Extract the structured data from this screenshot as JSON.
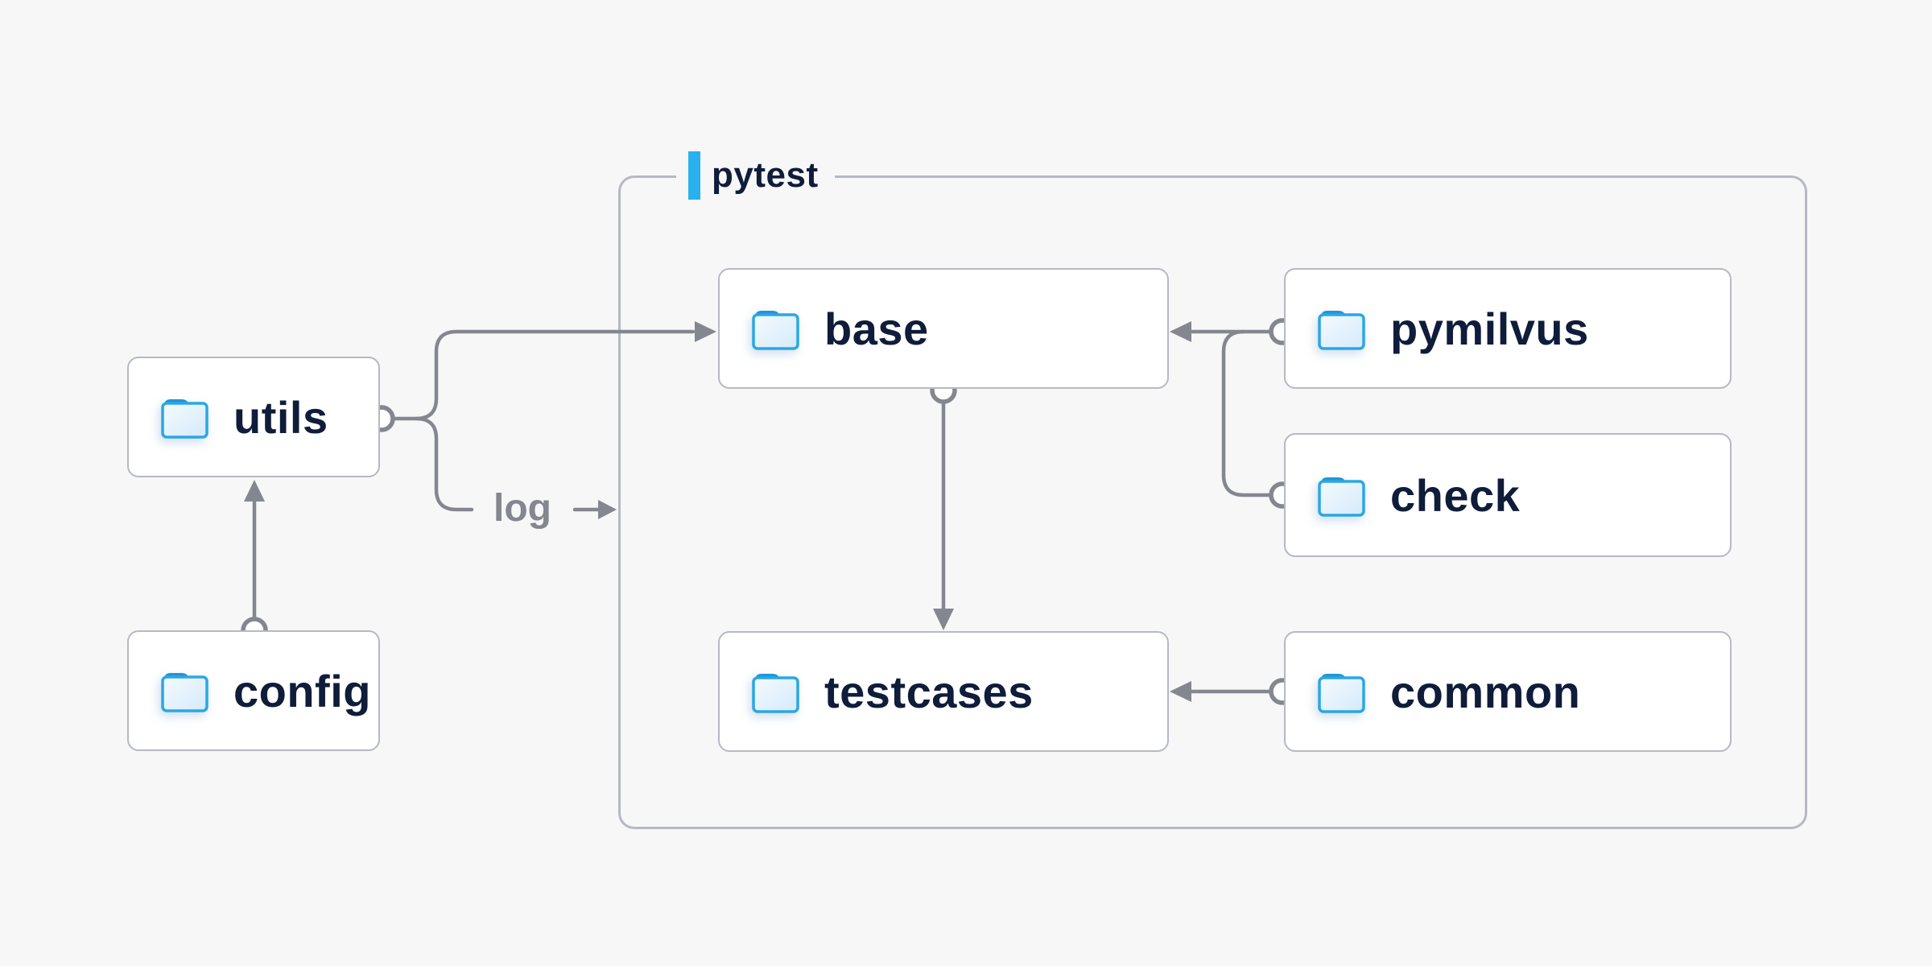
{
  "diagram": {
    "container_label": "pytest",
    "edge_label": "log",
    "nodes": [
      {
        "id": "utils",
        "label": "utils"
      },
      {
        "id": "config",
        "label": "config"
      },
      {
        "id": "base",
        "label": "base"
      },
      {
        "id": "pymilvus",
        "label": "pymilvus"
      },
      {
        "id": "check",
        "label": "check"
      },
      {
        "id": "testcases",
        "label": "testcases"
      },
      {
        "id": "common",
        "label": "common"
      }
    ],
    "edges": [
      {
        "from": "config",
        "to": "utils"
      },
      {
        "from": "utils",
        "to": "base"
      },
      {
        "from": "utils",
        "to": "log"
      },
      {
        "from": "base",
        "to": "testcases"
      },
      {
        "from": "pymilvus",
        "to": "base"
      },
      {
        "from": "check",
        "to": "base"
      },
      {
        "from": "common",
        "to": "testcases"
      }
    ],
    "icons": {
      "node_icon": "folder-icon"
    },
    "colors": {
      "background": "#f7f7f8",
      "node_fill": "#ffffff",
      "border_gray": "#b6b9c4",
      "line_gray": "#84878f",
      "text_navy": "#0f1c3a",
      "accent_blue": "#29b1ef",
      "folder_blue": "#2aa7e4"
    }
  }
}
